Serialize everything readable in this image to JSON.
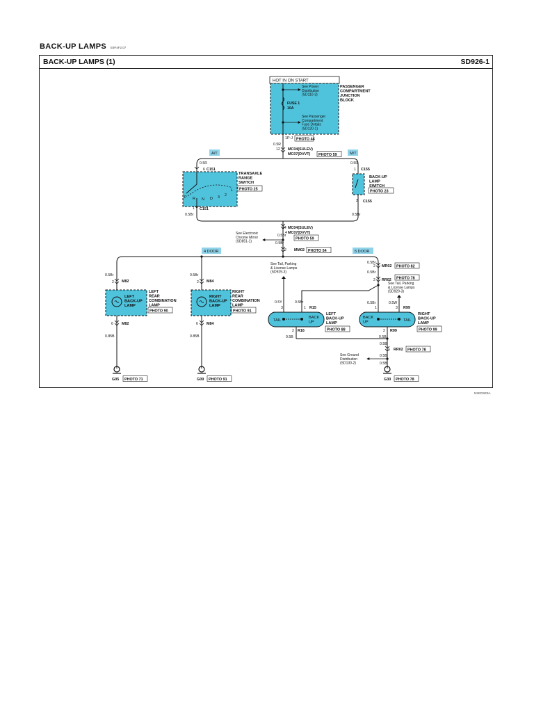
{
  "page": {
    "section_title": "BACK-UP LAMPS",
    "section_code": "E9F4F2.07",
    "diagram_title": "BACK-UP LAMPS (1)",
    "page_number": "SD926-1",
    "footer_code": "N2KDSE9A"
  },
  "colors": {
    "component_fill": "#4fc3dc",
    "option_tag_fill": "#8fd3ea",
    "wire": "#111111"
  },
  "junction_block": {
    "hot_label": "HOT IN ON START",
    "name": "PASSENGER\nCOMPARTMENT\nJUNCTION\nBLOCK",
    "see_power": "See Power\nDistribution\n(SD110-3)",
    "fuse_label": "FUSE 1",
    "fuse_rating": "10A",
    "see_fuse": "See Passenger\nCompartment\nFuse Details\n(SD120-1)",
    "connector": "1P-J",
    "photo": "PHOTO 44"
  },
  "upper_connector": {
    "wire_color": "0.5R",
    "pin_left": "1",
    "pin_right": "12",
    "mc04": "MC04(SULEV)",
    "mc07": "MC07(DVVT)",
    "photo": "PHOTO 59"
  },
  "tags": {
    "at": "A/T",
    "mt": "M/T",
    "four_door": "4 DOOR",
    "five_door": "5 DOOR"
  },
  "transaxle": {
    "name": "TRANSAXLE\nRANGE\nSWITCH",
    "photo": "PHOTO 25",
    "connector_top": "C151",
    "connector_bottom": "C151",
    "pin_top": "6",
    "pin_bottom": "1",
    "wire_top": "0.5R",
    "wire_bottom": "0.5Br",
    "positions": [
      "P",
      "R",
      "N",
      "D",
      "3",
      "2",
      "L"
    ]
  },
  "backup_switch": {
    "name": "BACK-UP\nLAMP\nSWITCH",
    "photo": "PHOTO 23",
    "connector_top": "C155",
    "connector_bottom": "C155",
    "pin_top": "1",
    "pin_bottom": "2",
    "wire_top": "0.5R",
    "wire_bottom": "0.5Br"
  },
  "lower_connector": {
    "pin_14": "14",
    "pin_4": "4",
    "mc04": "MC04(SULEV)",
    "mc07": "MC07(DVVT)",
    "photo": "PHOTO 59",
    "wire_1": "0.5Br",
    "wire_2": "0.5Br",
    "see_mirror": "See Electronic\nChrome Mirror\n(SD851-1)",
    "pin_2": "2",
    "mm02": "MM02",
    "photo_mm02": "PHOTO 54"
  },
  "left_rear": {
    "wire_top": "0.5Br",
    "pin_top": "2",
    "conn_top": "M82",
    "name": "LEFT\nREAR\nCOMBINATION\nLAMP",
    "inner": "LEFT\nBACK-UP\nLAMP",
    "photo": "PHOTO 90",
    "pin_bottom": "6",
    "conn_bottom": "M82",
    "wire_bottom": "0.85B",
    "ground": "G05",
    "ground_photo": "PHOTO 71"
  },
  "right_rear": {
    "wire_top": "0.5Br",
    "pin_top": "2",
    "conn_top": "M84",
    "name": "RIGHT\nREAR\nCOMBINATION\nLAMP",
    "inner": "RIGHT\nBACK-UP\nLAMP",
    "photo": "PHOTO 91",
    "pin_bottom": "6",
    "conn_bottom": "M84",
    "wire_bottom": "0.85B",
    "ground": "G09",
    "ground_photo": "PHOTO 91"
  },
  "five_door": {
    "see_tail_left": "See Tail, Parking\n& License Lamps\n(SD929-3)",
    "see_tail_right": "See Tail, Parking\n& License Lamps\n(SD929-3)",
    "mr02_wire": "0.5Br",
    "mr02_pin": "2",
    "mr02": "MR02",
    "mr02_photo": "PHOTO 82",
    "rr02_wire": "0.5Br",
    "rr02_pin": "2",
    "rr02": "RR02",
    "rr02_photo": "PHOTO 78",
    "left_lamp": {
      "wire_a": "0.5Y",
      "wire_b": "0.5Br",
      "pin_a": "3",
      "pin_b": "1",
      "conn_top": "R15",
      "tail": "TAIL",
      "back": "BACK\nUP",
      "name": "LEFT\nBACK-UP\nLAMP",
      "photo": "PHOTO 88",
      "pin_bottom": "2",
      "conn_bottom": "R16",
      "wire_bottom": "0.5B"
    },
    "right_lamp": {
      "wire_a": "0.5Br",
      "wire_b": "0.5W",
      "pin_a": "1",
      "pin_b": "3",
      "conn_top": "R99",
      "tail": "TAIL",
      "back": "BACK\nUP",
      "name": "RIGHT\nBACK-UP\nLAMP",
      "photo": "PHOTO 99",
      "pin_bottom": "2",
      "conn_bottom": "R99",
      "wire_bottom": "0.5B"
    },
    "rr02b_wire": "0.5B",
    "rr02b_pin": "1",
    "rr02b": "RR02",
    "rr02b_photo": "PHOTO 78",
    "see_ground": "See Ground\nDistribution\n(SD130-2)",
    "wire_g1": "0.5B",
    "wire_g2": "0.5B",
    "ground": "G30",
    "ground_photo": "PHOTO 78"
  }
}
